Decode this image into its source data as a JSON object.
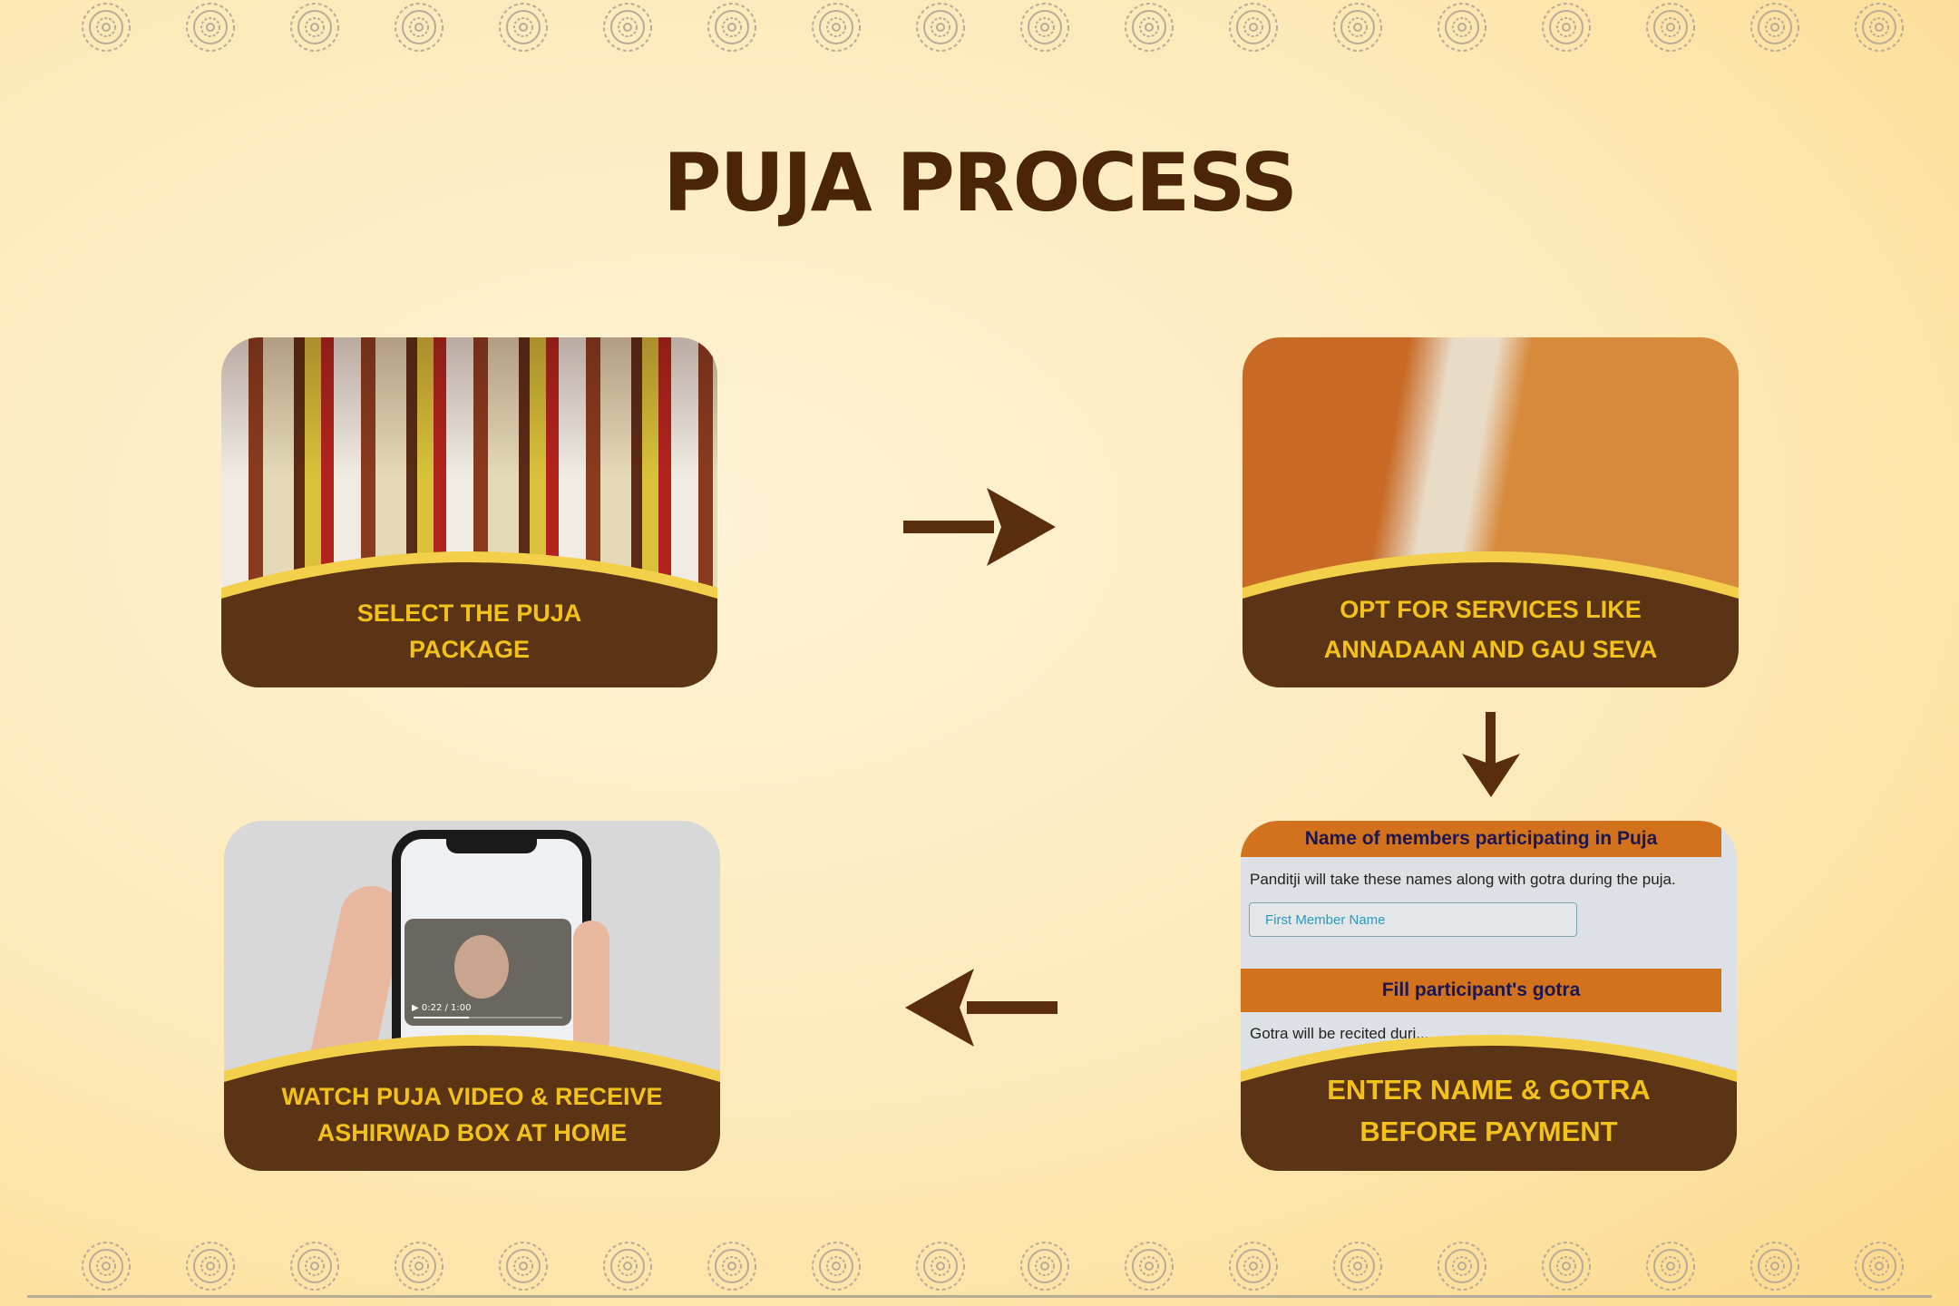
{
  "title": "PUJA PROCESS",
  "colors": {
    "brown": "#5a3414",
    "gold": "#f2c21b",
    "title": "#4a2508",
    "form_header": "#d2721d",
    "arrow": "#5a2e0c"
  },
  "steps": [
    {
      "caption_line1": "SELECT THE PUJA",
      "caption_line2": "PACKAGE"
    },
    {
      "caption_line1": "OPT FOR SERVICES LIKE",
      "caption_line2": "ANNADAAN AND GAU SEVA"
    },
    {
      "caption_line1": "ENTER NAME & GOTRA",
      "caption_line2": "BEFORE PAYMENT"
    },
    {
      "caption_line1": "WATCH PUJA VIDEO & RECEIVE",
      "caption_line2": "ASHIRWAD BOX AT HOME"
    }
  ],
  "form": {
    "members_header": "Name of members participating in Puja",
    "members_text": "Panditji will take these names along with gotra during the puja.",
    "member_placeholder": "First Member Name",
    "gotra_header": "Fill participant's gotra",
    "gotra_text": "Gotra will be recited duri..."
  },
  "video": {
    "time": "0:22 / 1:00",
    "progress": 0.37
  },
  "arrows": [
    "arrow-right",
    "arrow-down",
    "arrow-left"
  ]
}
